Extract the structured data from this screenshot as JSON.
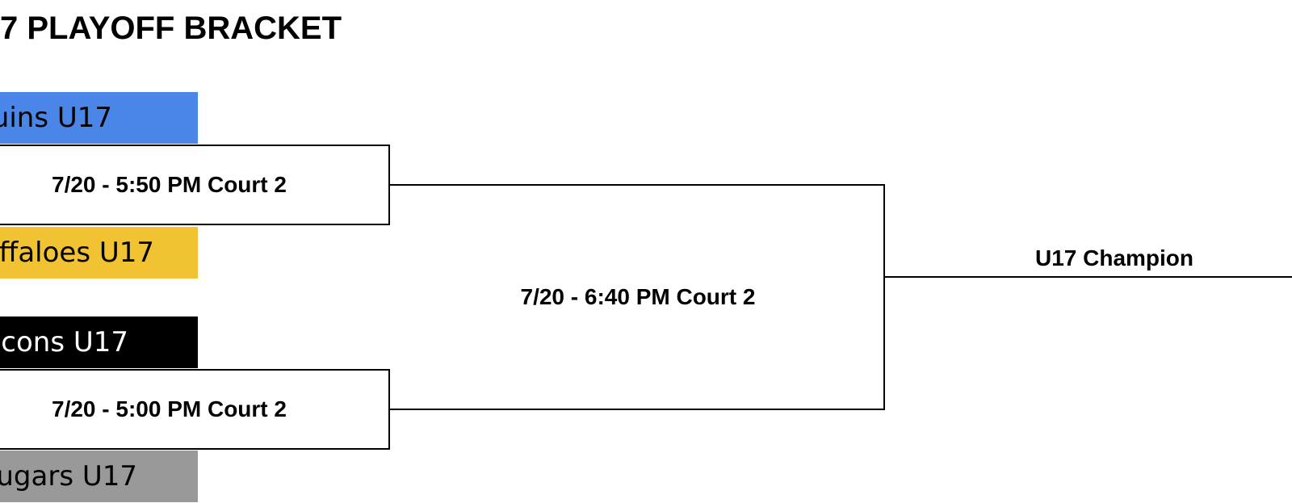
{
  "title": "7 PLAYOFF BRACKET",
  "teams": [
    {
      "label": "uins U17",
      "background": "#4a86e8",
      "text_color": "#000000"
    },
    {
      "label": "ffaloes U17",
      "background": "#f1c232",
      "text_color": "#000000"
    },
    {
      "label": "cons U17",
      "background": "#000000",
      "text_color": "#ffffff"
    },
    {
      "label": "ugars U17",
      "background": "#999999",
      "text_color": "#000000"
    }
  ],
  "games": [
    {
      "label": "7/20 - 5:50 PM Court 2"
    },
    {
      "label": "7/20 - 5:00 PM Court 2"
    }
  ],
  "final": {
    "label": "7/20 - 6:40 PM Court 2"
  },
  "champion": {
    "label": "U17 Champion"
  },
  "colors": {
    "line": "#000000",
    "background": "#ffffff"
  }
}
